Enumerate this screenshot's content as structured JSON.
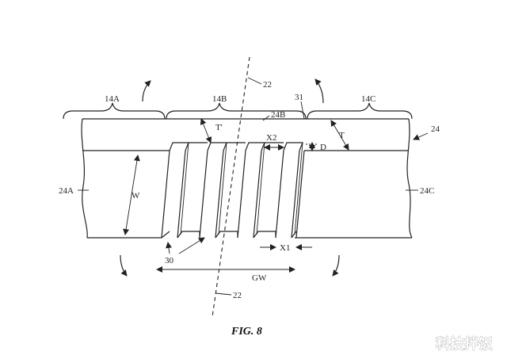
{
  "figure": {
    "caption": "FIG. 8",
    "labels": {
      "region_a": "14A",
      "region_b": "14B",
      "region_c": "14C",
      "axis_top": "22",
      "axis_bottom": "22",
      "ref_31": "31",
      "layer_24b": "24B",
      "ref_24": "24",
      "left_24a": "24A",
      "right_24c": "24C",
      "t_prime": "T'",
      "t": "T",
      "x2": "X2",
      "d": "D",
      "w": "W",
      "x1": "X1",
      "ref_30": "30",
      "gw": "GW"
    }
  },
  "watermark": "科技拌饭"
}
